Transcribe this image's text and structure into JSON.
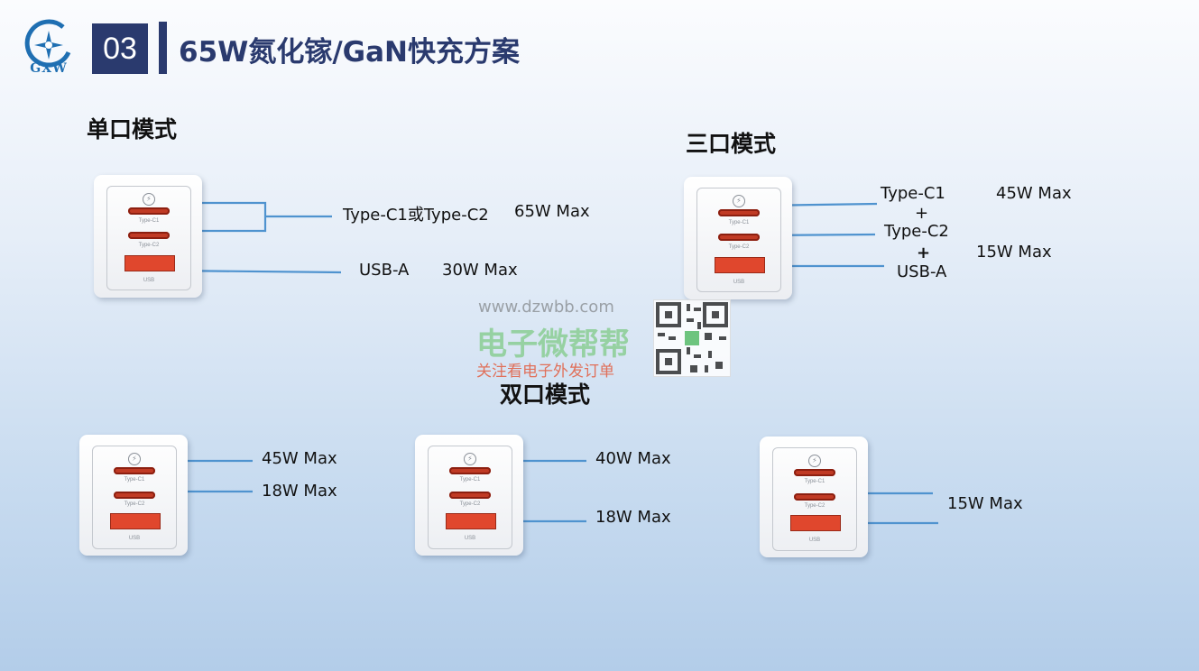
{
  "header": {
    "logo_text": "GXW",
    "section_number": "03",
    "title": "65W氮化镓/GaN快充方案"
  },
  "watermark": {
    "url": "www.dzwbb.com",
    "name": "电子微帮帮",
    "slogan": "关注看电子外发订单"
  },
  "charger_labels": {
    "port1": "Type-C1",
    "port2": "Type-C2",
    "port3": "USB"
  },
  "single": {
    "title": "单口模式",
    "typec_label": "Type-C1或Type-C2",
    "typec_power": "65W Max",
    "usba_label": "USB-A",
    "usba_power": "30W Max"
  },
  "triple": {
    "title": "三口模式",
    "c1_label": "Type-C1",
    "c1_power": "45W Max",
    "plus1": "+",
    "c2_label": "Type-C2",
    "plus2": "+",
    "usba_label": "USB-A",
    "shared_power": "15W Max"
  },
  "dual": {
    "title": "双口模式",
    "combo1": {
      "power_top": "45W Max",
      "power_bottom": "18W Max"
    },
    "combo2": {
      "power_top": "40W Max",
      "power_bottom": "18W Max"
    },
    "combo3": {
      "power": "15W Max"
    }
  },
  "colors": {
    "accent": "#2a3a6e",
    "line": "#4f93cf",
    "port_red": "#d9432a"
  }
}
